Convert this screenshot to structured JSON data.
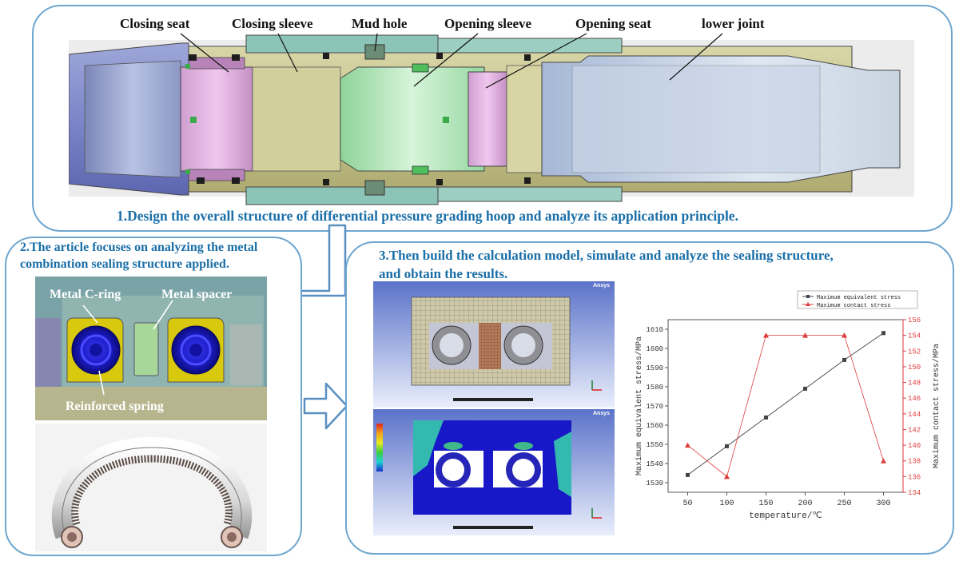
{
  "top_labels": {
    "closing_seat": "Closing seat",
    "closing_sleeve": "Closing sleeve",
    "mud_hole": "Mud hole",
    "opening_sleeve": "Opening sleeve",
    "opening_seat": "Opening seat",
    "lower_joint": "lower joint"
  },
  "steps": {
    "s1": "1.Design the overall structure of differential pressure grading hoop and analyze its application principle.",
    "s2_line1": "2.The article focuses on analyzing the metal",
    "s2_line2": "combination sealing structure applied.",
    "s3_line1": "3.Then build the calculation model, simulate and analyze the sealing structure,",
    "s3_line2": "and obtain the results."
  },
  "seal_labels": {
    "c_ring": "Metal C-ring",
    "spacer": "Metal spacer",
    "spring": "Reinforced spring"
  },
  "ansys_label": "Ansys",
  "chart_data": {
    "type": "line",
    "xlabel": "temperature/℃",
    "ylabel_left": "Maximum equivalent stress/MPa",
    "ylabel_right": "Maximum contact stress/MPa",
    "x_ticks": [
      50,
      100,
      150,
      200,
      250,
      300
    ],
    "y_left_ticks": [
      1530,
      1540,
      1550,
      1560,
      1570,
      1580,
      1590,
      1600,
      1610
    ],
    "y_right_ticks": [
      134,
      136,
      138,
      140,
      142,
      144,
      146,
      148,
      150,
      152,
      154,
      156
    ],
    "xlim": [
      25,
      325
    ],
    "ylim_left": [
      1525,
      1615
    ],
    "ylim_right": [
      134,
      156
    ],
    "legend_position": "top-right",
    "series": [
      {
        "name": "Maximum equivalent stress",
        "axis": "left",
        "color": "#444444",
        "marker": "square",
        "x": [
          50,
          100,
          150,
          200,
          250,
          300
        ],
        "y": [
          1534,
          1549,
          1564,
          1579,
          1594,
          1608
        ]
      },
      {
        "name": "Maximum contact stress",
        "axis": "right",
        "color": "#e03a3a",
        "marker": "triangle",
        "x": [
          50,
          100,
          150,
          200,
          250,
          300
        ],
        "y": [
          140,
          136,
          154,
          154,
          154,
          138
        ]
      }
    ]
  }
}
